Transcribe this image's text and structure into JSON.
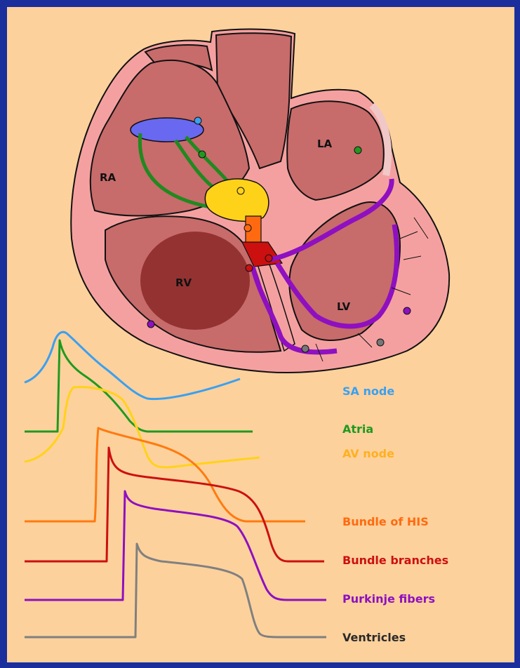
{
  "chambers": {
    "ra": "RA",
    "la": "LA",
    "rv": "RV",
    "lv": "LV"
  },
  "legend": [
    {
      "label": "SA node",
      "color": "#3aa0f0"
    },
    {
      "label": "Atria",
      "color": "#1f9a1f"
    },
    {
      "label": "AV node",
      "color": "#ffb020"
    },
    {
      "label": "Bundle of HIS",
      "color": "#ff6a10"
    },
    {
      "label": "Bundle branches",
      "color": "#cc1010"
    },
    {
      "label": "Purkinje fibers",
      "color": "#8e10c0"
    },
    {
      "label": "Ventricles",
      "color": "#2a2a2a"
    }
  ],
  "colors": {
    "background_frame": "#1a2f9c",
    "panel": "#fdd19c",
    "heart_wall": "#f5a0a0",
    "chamber": "#c86b6b",
    "rv_dark": "#8e2c2c",
    "sa_node": "#6868f0",
    "av_node": "#ffd21a"
  }
}
